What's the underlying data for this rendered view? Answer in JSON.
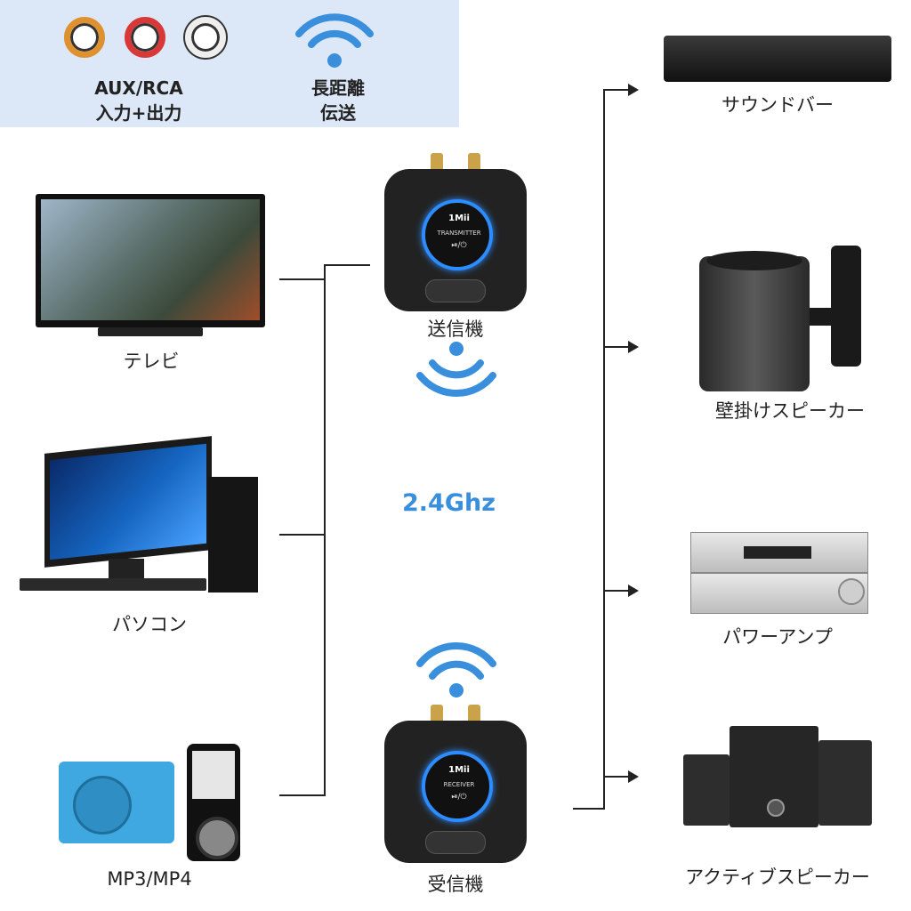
{
  "features": {
    "aux_rca_line1": "AUX/RCA",
    "aux_rca_line2": "入力+出力",
    "range_line1": "長距離",
    "range_line2": "伝送"
  },
  "sources": [
    {
      "label": "テレビ",
      "icon": "tv-icon"
    },
    {
      "label": "パソコン",
      "icon": "desktop-pc-icon"
    },
    {
      "label": "MP3/MP4",
      "icon": "mp3-player-icon"
    }
  ],
  "transmitter": {
    "label": "送信機",
    "brand": "1Mii",
    "mode": "TRANSMITTER",
    "controls": "⏯/⏻"
  },
  "receiver": {
    "label": "受信機",
    "brand": "1Mii",
    "mode": "RECEIVER",
    "controls": "⏯/⏻"
  },
  "frequency": "2.4Ghz",
  "outputs": [
    {
      "label": "サウンドバー",
      "icon": "soundbar-icon"
    },
    {
      "label": "壁掛けスピーカー",
      "icon": "wall-speaker-icon"
    },
    {
      "label": "パワーアンプ",
      "icon": "power-amp-icon"
    },
    {
      "label": "アクティブスピーカー",
      "icon": "active-speaker-icon"
    }
  ],
  "colors": {
    "accent": "#3a8fdc",
    "badge_bg": "#dce8f7",
    "line": "#222222"
  }
}
